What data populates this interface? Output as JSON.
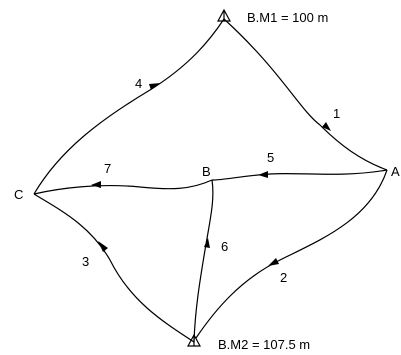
{
  "benchmarks": {
    "bm1": "B.M1 = 100 m",
    "bm2": "B.M2 = 107.5 m"
  },
  "nodes": {
    "a": "A",
    "b": "B",
    "c": "C"
  },
  "routes": {
    "r1": "1",
    "r2": "2",
    "r3": "3",
    "r4": "4",
    "r5": "5",
    "r6": "6",
    "r7": "7"
  }
}
